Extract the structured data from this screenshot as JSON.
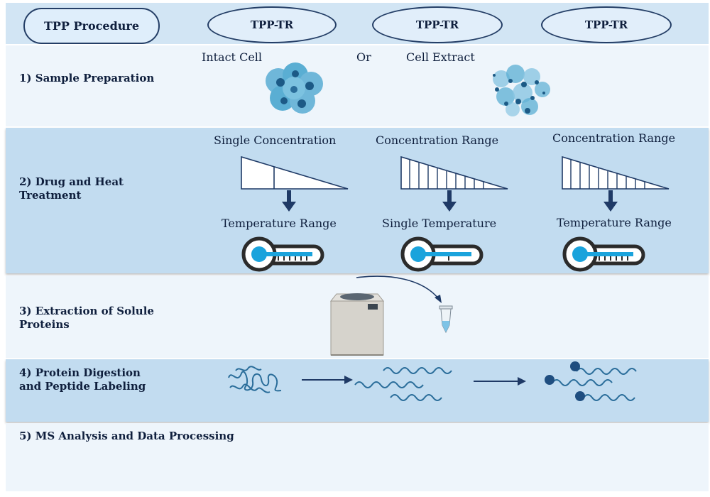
{
  "header": {
    "procedure_label": "TPP Procedure",
    "columns": [
      "TPP-TR",
      "TPP-TR",
      "TPP-TR"
    ]
  },
  "steps": [
    {
      "label": "1) Sample Preparation"
    },
    {
      "label": "2) Drug and Heat Treatment"
    },
    {
      "label": "3) Extraction of Solule Proteins"
    },
    {
      "label": "4) Protein Digestion and Peptide Labeling"
    },
    {
      "label": "5) MS Analysis and Data Processing"
    }
  ],
  "sample_prep": {
    "left_label": "Intact Cell",
    "or_label": "Or",
    "right_label": "Cell Extract"
  },
  "treatment": {
    "col1": {
      "top": "Single Concentration",
      "bottom": "Temperature Range"
    },
    "col2": {
      "top": "Concentration Range",
      "bottom": "Single Temperature"
    },
    "col3": {
      "top": "Concentration Range",
      "bottom": "Temperature Range"
    }
  },
  "colors": {
    "navy": "#1f3a66",
    "accent": "#1aa3dc",
    "cell": "#4c9fc4"
  }
}
